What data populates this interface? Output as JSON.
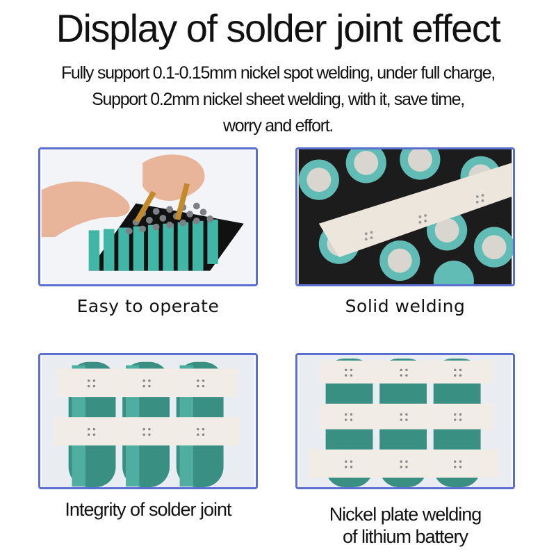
{
  "header": {
    "title": "Display of solder joint effect",
    "subtitle_lines": [
      "Fully support 0.1-0.15mm nickel spot welding, under full charge,",
      "Support 0.2mm nickel sheet welding, with it, save time,",
      "worry and effort."
    ]
  },
  "panels": [
    {
      "caption": "Easy to operate",
      "image": "hands-welding-battery-pack"
    },
    {
      "caption": "Solid welding",
      "image": "nickel-strip-on-cell-holder"
    },
    {
      "caption": "Integrity of solder joint",
      "image": "two-nickel-strips-on-cells"
    },
    {
      "caption_lines": [
        "Nickel plate welding",
        "of lithium battery"
      ],
      "image": "three-nickel-strips-on-cells"
    }
  ],
  "colors": {
    "panel_border": "#5a6fd0",
    "cell_teal": "#3fae9f",
    "nickel_strip": "#ece6dc",
    "holder_black": "#1e1e1e"
  }
}
